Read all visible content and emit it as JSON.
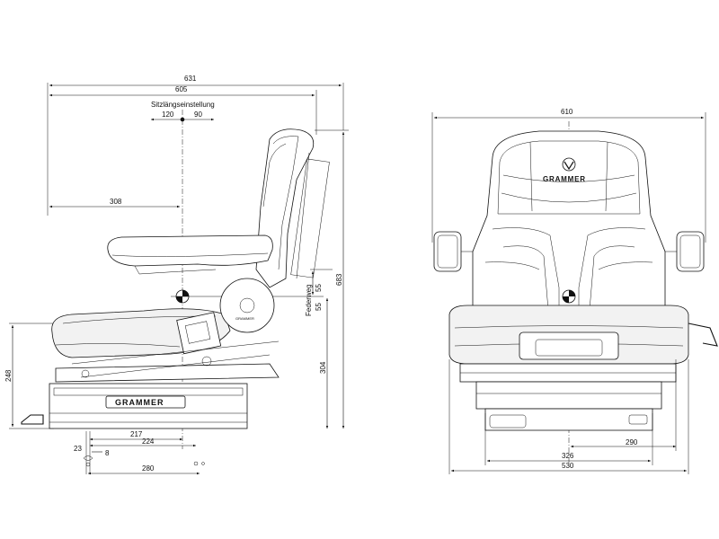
{
  "side_view": {
    "dims": {
      "d631": "631",
      "d605": "605",
      "label_slide": "Sitzlängseinstellung",
      "d120": "120",
      "d90": "90",
      "d308": "308",
      "d683": "683",
      "label_spring": "Federweg",
      "d55a": "55",
      "d55b": "55",
      "d304": "304",
      "d248": "248",
      "d217": "217",
      "d224": "224",
      "d23": "23",
      "d8": "8",
      "d280": "280"
    },
    "brand_logo": "GRAMMER",
    "small_logo": "GRAMMER"
  },
  "front_view": {
    "dims": {
      "d610": "610",
      "d290": "290",
      "d326": "326",
      "d530": "530"
    },
    "brand_logo": "GRAMMER"
  }
}
